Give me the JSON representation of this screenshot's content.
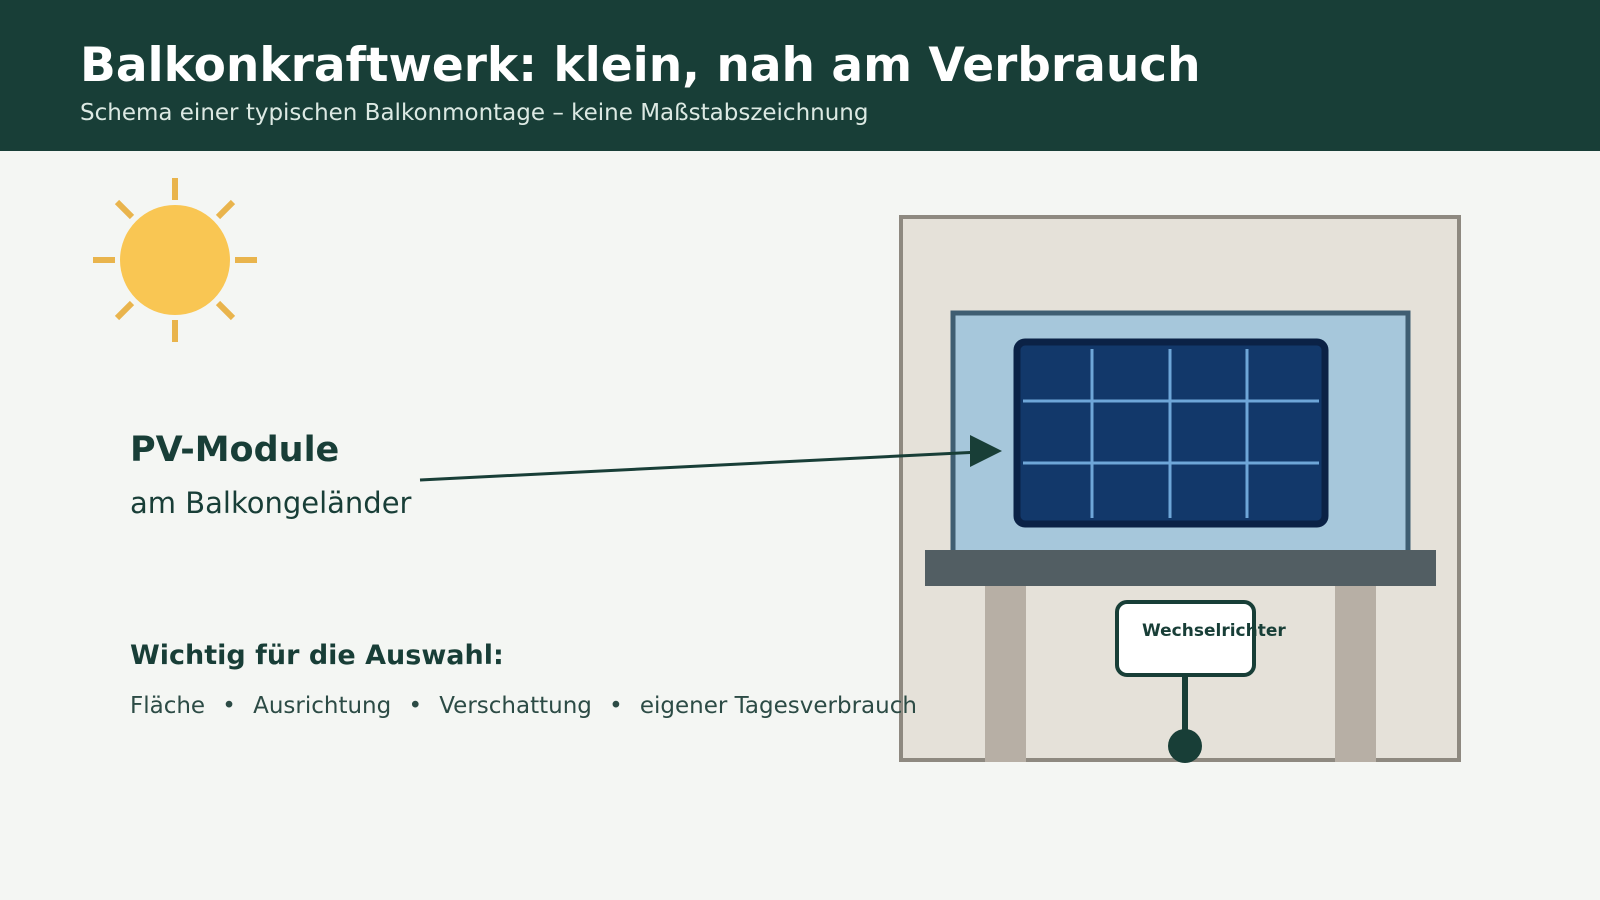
{
  "header": {
    "title": "Balkonkraftwerk: klein, nah am Verbrauch",
    "subtitle": "Schema einer typischen Balkonmontage – keine Maßstabszeichnung"
  },
  "callout": {
    "title": "PV-Module",
    "subtitle": "am Balkongeländer"
  },
  "important": {
    "heading": "Wichtig für die Auswahl:",
    "items": [
      "Fläche",
      "Ausrichtung",
      "Verschattung",
      "eigener Tagesverbrauch"
    ],
    "separator": "•"
  },
  "diagram": {
    "inverter_label": "Wechselrichter",
    "icons": [
      "sun-icon",
      "solar-panel-icon",
      "balcony-icon",
      "inverter-icon",
      "plug-icon"
    ]
  },
  "colors": {
    "header_bg": "#183e37",
    "page_bg": "#f4f6f3",
    "sun": "#f9c653",
    "sun_rays": "#e9b44c",
    "wall": "#e5e1d9",
    "wall_border": "#8e8980",
    "window_glass": "#a6c7db",
    "window_frame": "#3f5e72",
    "panel": "#12386a",
    "panel_frame": "#0b2246",
    "panel_grid": "#6ea6d8",
    "railing": "#525e63",
    "posts": "#b7afa5",
    "accent_dark": "#183e37"
  }
}
